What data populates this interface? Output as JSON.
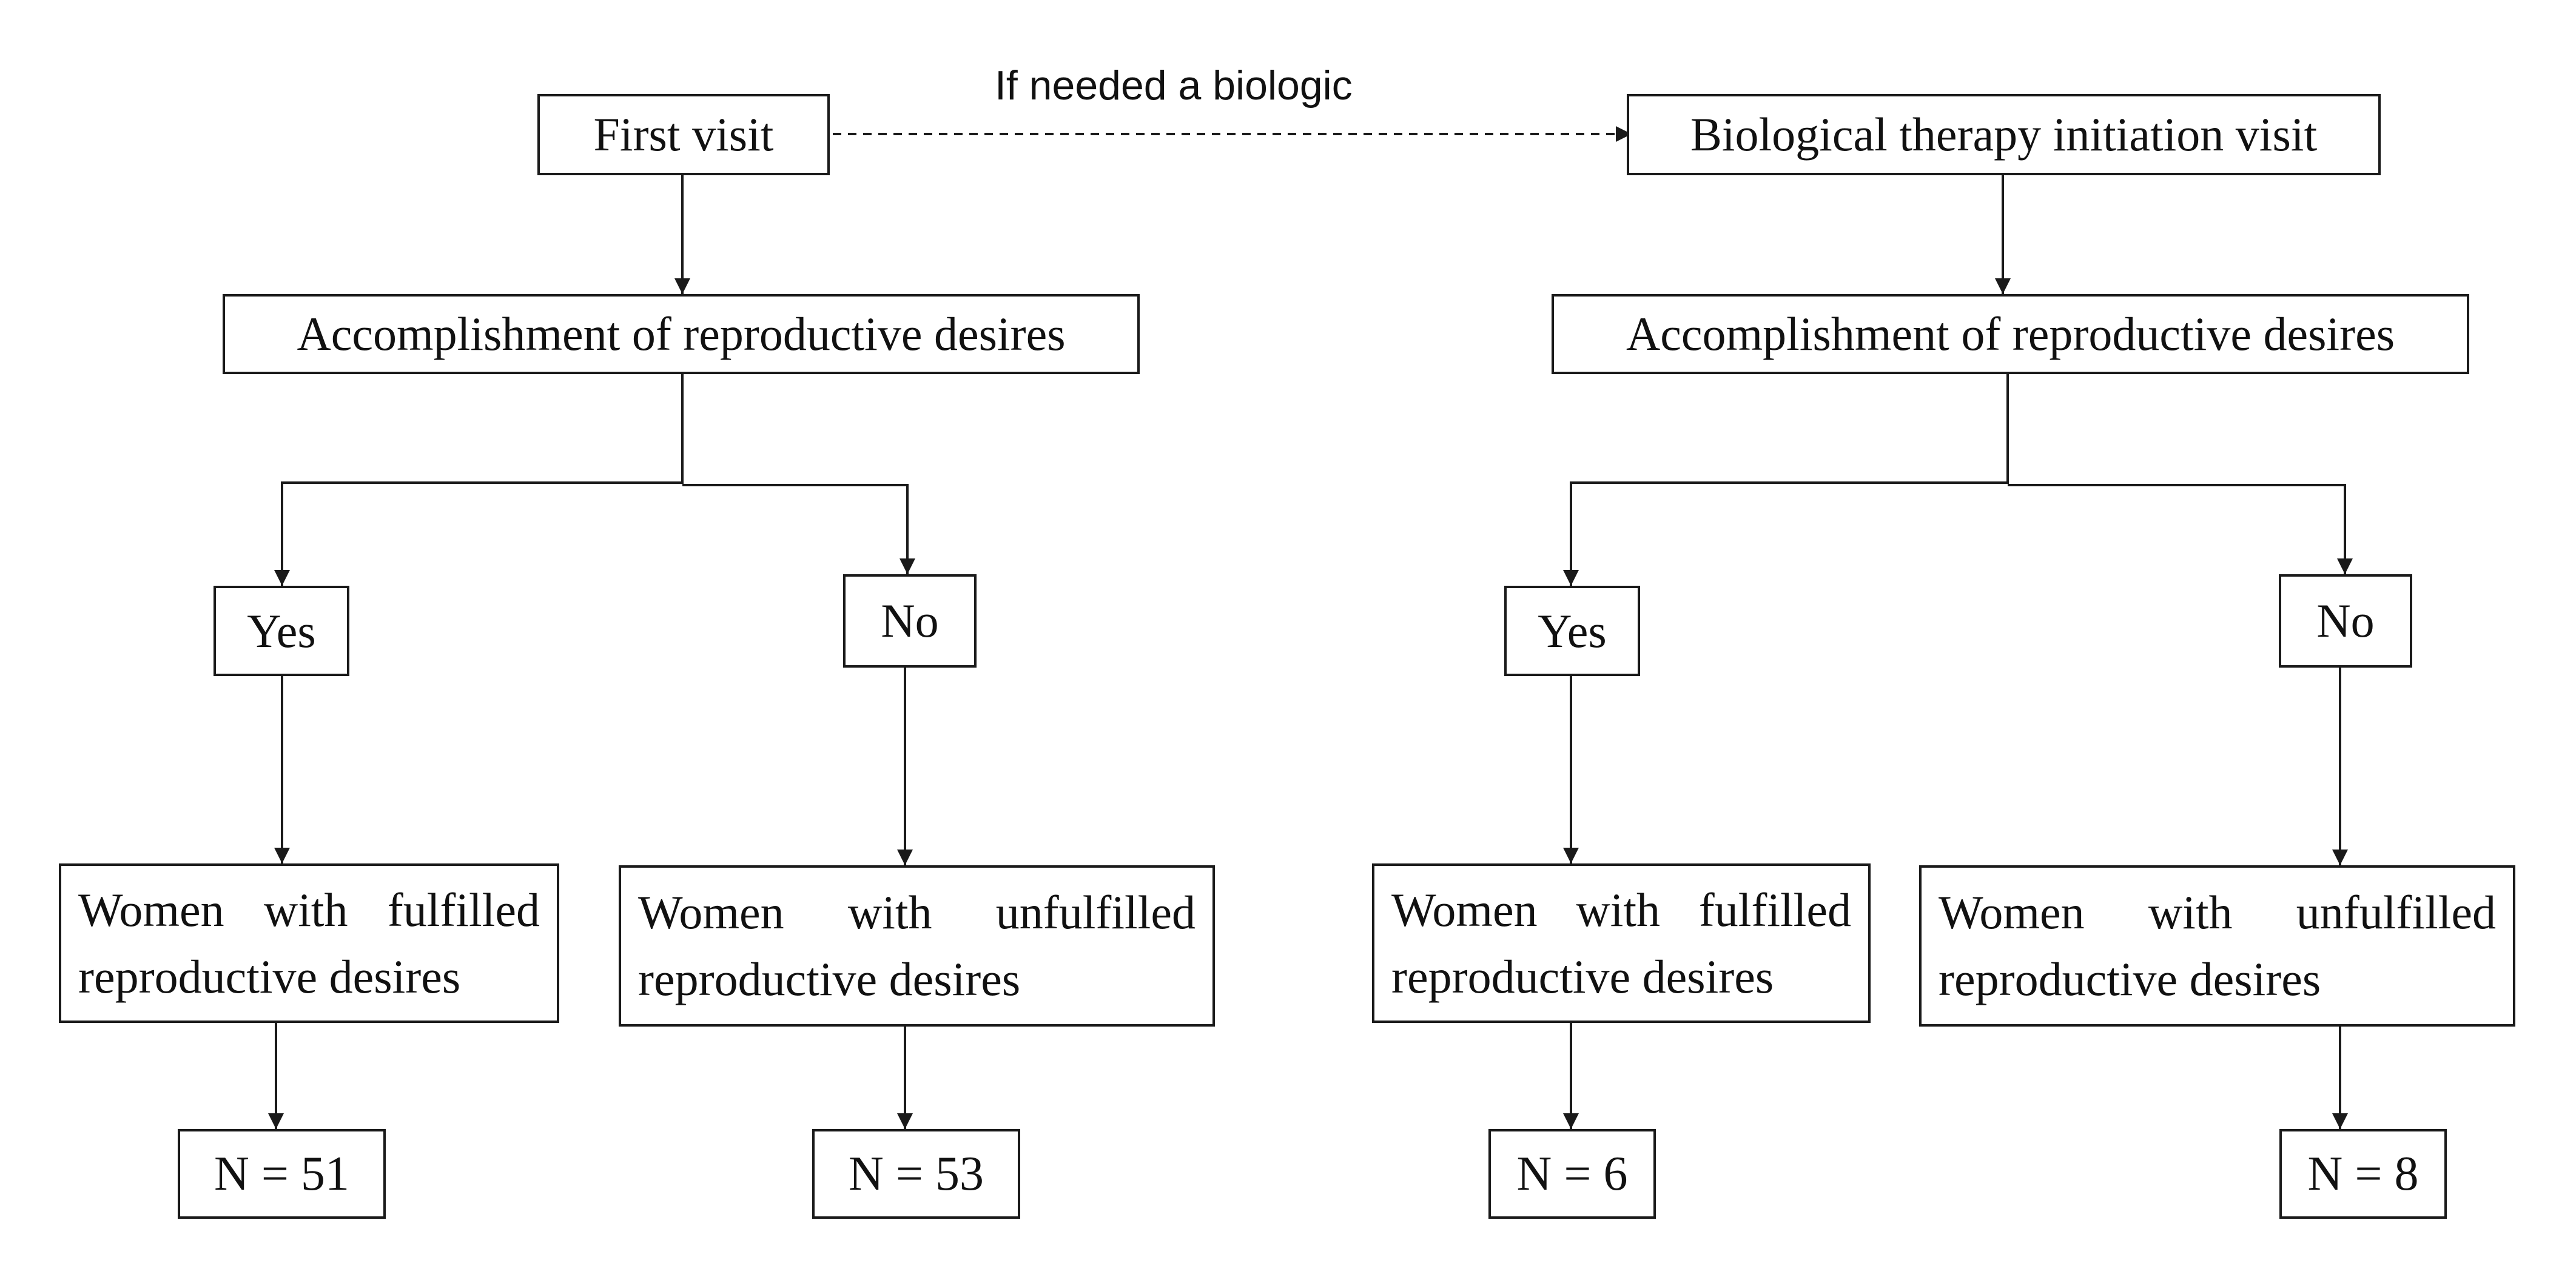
{
  "edge_label": "If needed a biologic",
  "left": {
    "start": "First visit",
    "question": "Accomplishment of reproductive desires",
    "yes": "Yes",
    "no": "No",
    "yes_result": {
      "line1_words": [
        "Women",
        "with",
        "fulfilled"
      ],
      "line2": "reproductive desires"
    },
    "no_result": {
      "line1_words": [
        "Women",
        "with",
        "unfulfilled"
      ],
      "line2": "reproductive desires"
    },
    "yes_count": "N = 51",
    "no_count": "N = 53"
  },
  "right": {
    "start": "Biological therapy initiation visit",
    "question": "Accomplishment of reproductive desires",
    "yes": "Yes",
    "no": "No",
    "yes_result": {
      "line1_words": [
        "Women",
        "with",
        "fulfilled"
      ],
      "line2": "reproductive desires"
    },
    "no_result": {
      "line1_words": [
        "Women",
        "with",
        "unfulfilled"
      ],
      "line2": "reproductive desires"
    },
    "yes_count": "N = 6",
    "no_count": "N = 8"
  }
}
